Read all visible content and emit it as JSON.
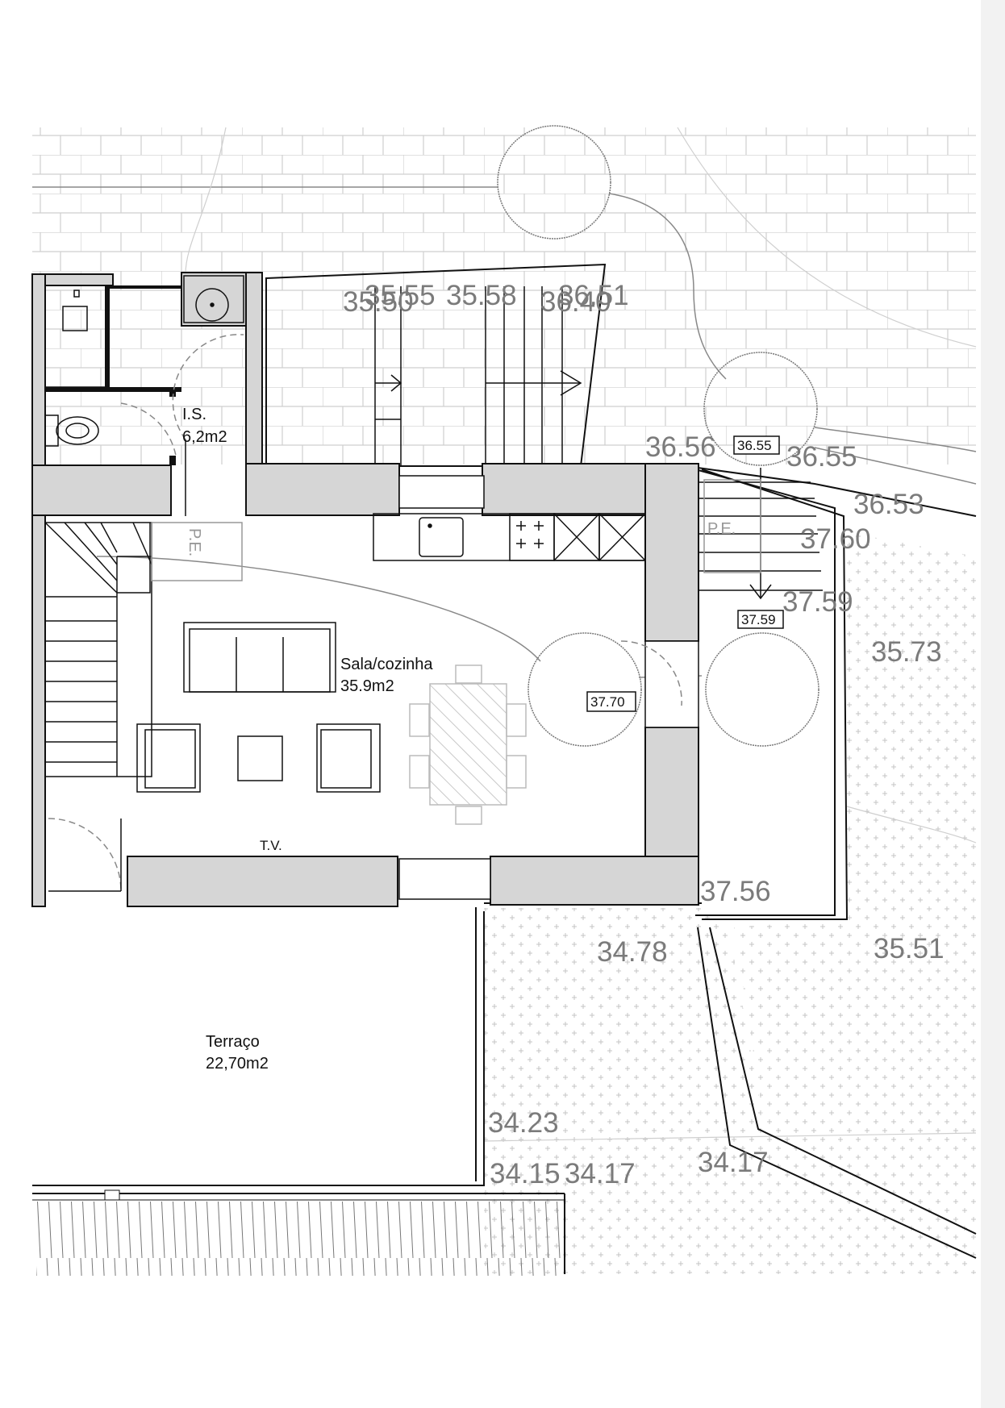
{
  "rooms": {
    "is": {
      "name": "I.S.",
      "area": "6,2m2"
    },
    "sala": {
      "name": "Sala/cozinha",
      "area": "35.9m2"
    },
    "terraco": {
      "name": "Terraço",
      "area": "22,70m2"
    }
  },
  "labels": {
    "tv": "T.V.",
    "pe": "P.E."
  },
  "levels": {
    "top_a": "35.50",
    "top_b": "35.55",
    "top_c": "35.58",
    "top_d": "36.40",
    "top_e": "36.51",
    "l3656": "36.56",
    "l3655": "36.55",
    "l3653": "36.53",
    "l3760": "37.60",
    "l3759": "37.59",
    "l3573": "35.73",
    "l3756": "37.56",
    "l3478": "34.78",
    "l3551": "35.51",
    "l3423": "34.23",
    "l3415": "34.15",
    "l3417a": "34.17",
    "l3417b": "34.17"
  },
  "level_boxes": {
    "b3655": "36.55",
    "b3759": "37.59",
    "b3770": "37.70"
  },
  "colors": {
    "wall_fill": "#d6d6d6",
    "line": "#111111",
    "hatch": "#c8c8c8",
    "level_text": "#7b7b7b"
  }
}
